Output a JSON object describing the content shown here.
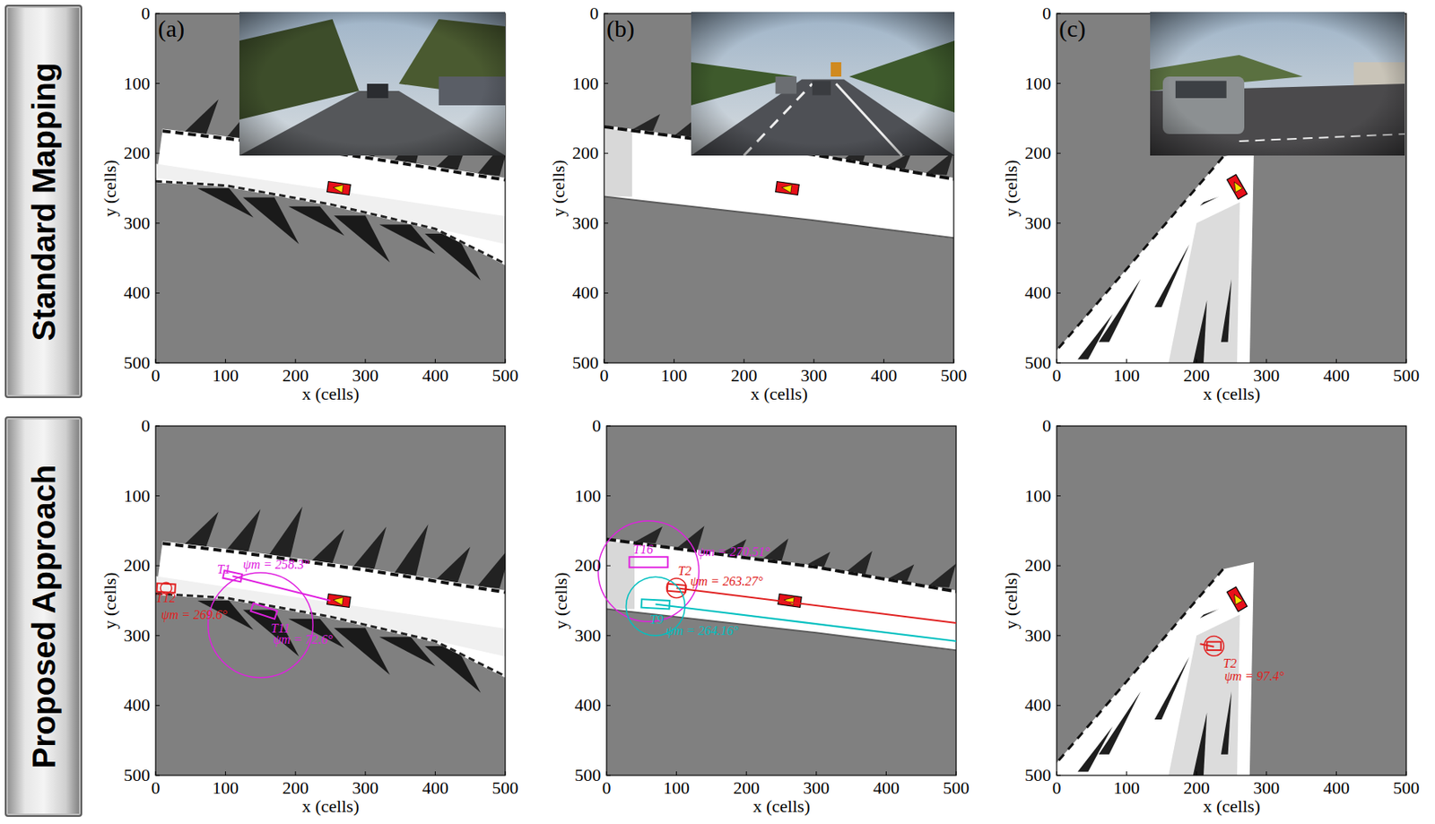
{
  "diagram": {
    "nodes": [
      {
        "text": [
          "Standard Mapping"
        ]
      },
      {
        "text": [
          "Proposed Approach"
        ]
      }
    ],
    "labels": [
      "(a)",
      "0",
      "100",
      "200",
      "300",
      "400",
      "500",
      "y (cells)",
      "0",
      "100",
      "200",
      "300",
      "400",
      "500",
      "x (cells)",
      "(b)",
      "0",
      "100",
      "200",
      "300",
      "400",
      "500",
      "y (cells)",
      "0",
      "100",
      "200",
      "300",
      "400",
      "500",
      "x (cells)",
      "(c)",
      "0",
      "100",
      "200",
      "300",
      "400",
      "500",
      "y (cells)",
      "0",
      "100",
      "200",
      "300",
      "400",
      "500",
      "x (cells)",
      "0",
      "100",
      "200",
      "300",
      "400",
      "500",
      "y (cells)",
      "0",
      "100",
      "200",
      "300",
      "400",
      "500",
      "x (cells)",
      "T1",
      "ψm = 258.3°",
      "T12",
      "ψm = 269.6°",
      "T11",
      "ψm = 72.6°",
      "0",
      "100",
      "200",
      "300",
      "400",
      "500",
      "y (cells)",
      "0",
      "100",
      "200",
      "300",
      "400",
      "500",
      "x (cells)",
      "T16",
      "ψm = 270.51°",
      "T2",
      "ψm = 263.27°",
      "T9",
      "ψm = 264.16°",
      "0",
      "100",
      "200",
      "300",
      "400",
      "500",
      "y (cells)",
      "0",
      "100",
      "200",
      "300",
      "400",
      "500",
      "x (cells)",
      "T2",
      "ψm = 97.4°"
    ]
  }
}
